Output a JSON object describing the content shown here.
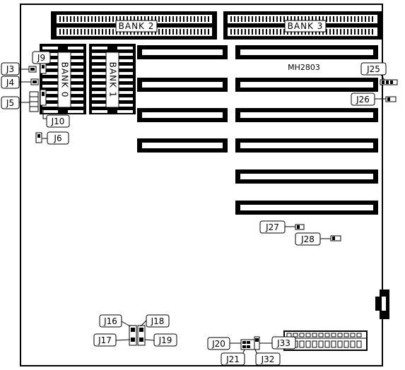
{
  "board": {
    "model": "MH2803"
  },
  "banks": {
    "bank0_label": "BANK 0",
    "bank1_label": "BANK 1",
    "bank2_label": "BANK 2",
    "bank3_label": "BANK 3"
  },
  "jumpers": {
    "J3": "J3",
    "J4": "J4",
    "J5": "J5",
    "J6": "J6",
    "J9": "J9",
    "J10": "J10",
    "J16": "J16",
    "J17": "J17",
    "J18": "J18",
    "J19": "J19",
    "J20": "J20",
    "J21": "J21",
    "J25": "J25",
    "J26": "J26",
    "J27": "J27",
    "J28": "J28",
    "J32": "J32",
    "J33": "J33"
  },
  "colors": {
    "ink": "#000000",
    "paper": "#ffffff"
  }
}
